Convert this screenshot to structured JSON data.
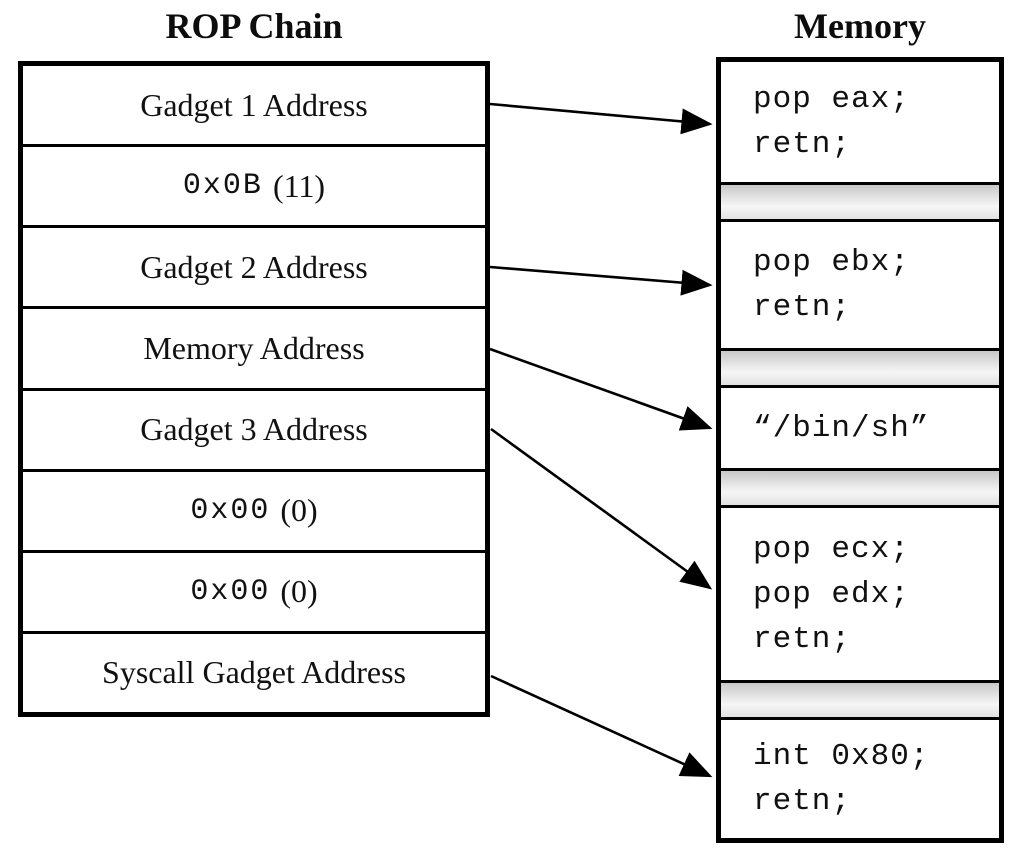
{
  "rop_chain": {
    "title": "ROP Chain",
    "rows": [
      {
        "label": "Gadget 1 Address"
      },
      {
        "code": "0x0B",
        "note": "(11)"
      },
      {
        "label": "Gadget 2 Address"
      },
      {
        "label": "Memory Address"
      },
      {
        "label": "Gadget 3 Address"
      },
      {
        "code": "0x00",
        "note": "(0)"
      },
      {
        "code": "0x00",
        "note": "(0)"
      },
      {
        "label": "Syscall Gadget Address"
      }
    ]
  },
  "memory": {
    "title": "Memory",
    "blocks": [
      {
        "lines": [
          "pop eax;",
          "retn;"
        ]
      },
      {
        "lines": [
          "pop ebx;",
          "retn;"
        ]
      },
      {
        "lines": [
          "“/bin/sh”"
        ]
      },
      {
        "lines": [
          "pop ecx;",
          "pop edx;",
          "retn;"
        ]
      },
      {
        "lines": [
          "int 0x80;",
          "retn;"
        ]
      }
    ]
  },
  "arrows": [
    {
      "from": "Gadget 1 Address",
      "to": "pop eax; retn;"
    },
    {
      "from": "Gadget 2 Address",
      "to": "pop ebx; retn;"
    },
    {
      "from": "Memory Address",
      "to": "“/bin/sh”"
    },
    {
      "from": "Gadget 3 Address",
      "to": "pop ecx; pop edx; retn;"
    },
    {
      "from": "Syscall Gadget Address",
      "to": "int 0x80; retn;"
    }
  ],
  "colors": {
    "line": "#000000",
    "text": "#111111",
    "background": "#ffffff",
    "separator_top": "#c8c8c8",
    "separator_mid": "#f6f6f6",
    "separator_bottom": "#e2e2e2"
  }
}
